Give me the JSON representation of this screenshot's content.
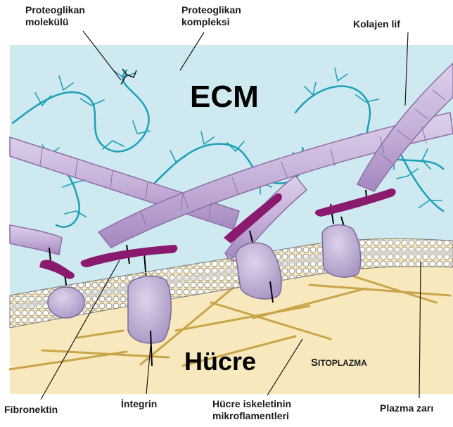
{
  "labels": {
    "proteoglycan_molecule": [
      "Proteoglikan",
      "molekülü"
    ],
    "proteoglycan_complex": [
      "Proteoglikan",
      "kompleksi"
    ],
    "collagen_fiber": "Kolajen lif",
    "fibronectin": "Fibronektin",
    "integrin": "İntegrin",
    "microfilaments": [
      "Hücre iskeletinin",
      "mikroflamentleri"
    ],
    "plasma_membrane": "Plazma zarı"
  },
  "regions": {
    "ecm": "ECM",
    "cell": "Hücre",
    "cytoplasm_initial": "S",
    "cytoplasm_rest": "ITOPLAZMA"
  },
  "colors": {
    "ecm_fill": "#cfe9f0",
    "cytoplasm_fill": "#f7e9bd",
    "collagen": "#c8b4d8",
    "collagen_edge": "#8c6fa4",
    "proteoglycan": "#1aa0b8",
    "fibronectin": "#8a1a6e",
    "integrin": "#c9bcdc",
    "microfilament": "#c9a54a"
  }
}
